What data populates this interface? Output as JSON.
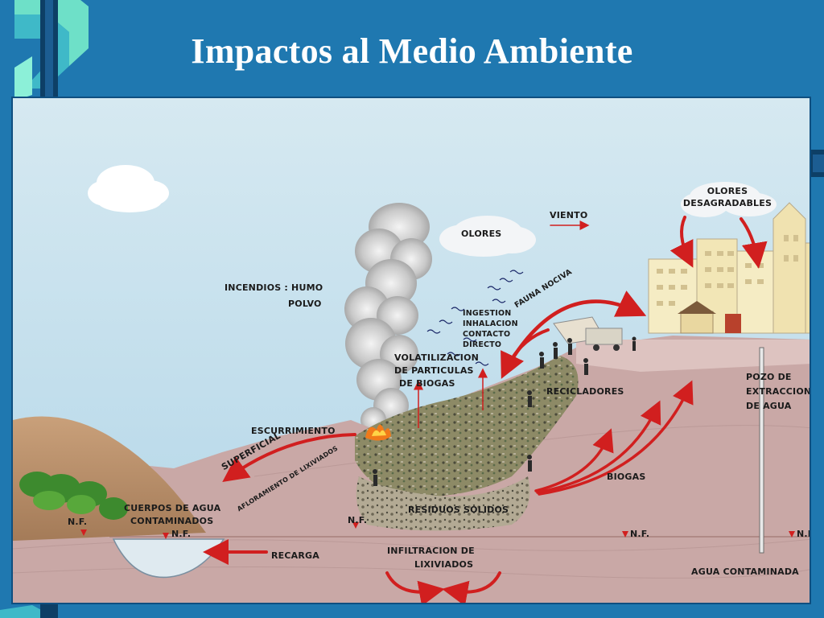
{
  "slide": {
    "title": "Impactos al Medio Ambiente"
  },
  "colors": {
    "background": "#1f78b0",
    "title_text": "#ffffff",
    "arrow": "#d11f1f",
    "sky": "#bcdcec",
    "soil": "#c9a8a6",
    "buildings": "#f5ecc4"
  },
  "diagram": {
    "labels": {
      "olores_top": "OLORES",
      "olores_desagradables_1": "OLORES",
      "olores_desagradables_2": "DESAGRADABLES",
      "viento": "VIENTO",
      "incendios_1": "INCENDIOS : HUMO",
      "incendios_2": "POLVO",
      "ingestion_1": "INGESTION",
      "ingestion_2": "INHALACION",
      "ingestion_3": "CONTACTO",
      "ingestion_4": "DIRECTO",
      "fauna_nociva": "FAUNA NOCIVA",
      "volatilizacion_1": "VOLATILIZACION",
      "volatilizacion_2": "DE PARTICULAS",
      "volatilizacion_3": "DE BIOGAS",
      "recicladores": "RECICLADORES",
      "pozo_1": "POZO DE",
      "pozo_2": "EXTRACCION",
      "pozo_3": "DE AGUA",
      "escurrimiento": "ESCURRIMIENTO",
      "superficial": "SUPERFICIAL",
      "afloramiento": "AFLORAMIENTO DE LIXIVIADOS",
      "biogas": "BIOGAS",
      "cuerpos_1": "CUERPOS DE AGUA",
      "cuerpos_2": "CONTAMINADOS",
      "residuos": "RESIDUOS SOLIDOS",
      "nf": "N.F.",
      "recarga": "RECARGA",
      "infiltracion_1": "INFILTRACION DE",
      "infiltracion_2": "LIXIVIADOS",
      "agua_contaminada": "AGUA CONTAMINADA"
    }
  }
}
